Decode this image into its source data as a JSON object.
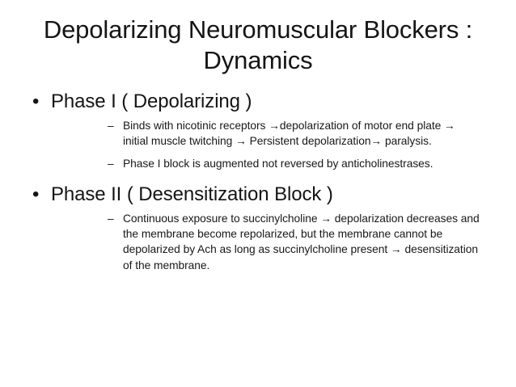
{
  "slide": {
    "background_color": "#ffffff",
    "text_color": "#181818",
    "title": "Depolarizing Neuromuscular Blockers :\nDynamics",
    "bullet_marker": "•",
    "dash_marker": "–",
    "sections": [
      {
        "heading": "Phase I ( Depolarizing )",
        "points": [
          "Binds with nicotinic receptors →depolarization of motor end plate → initial muscle twitching → Persistent depolarization→ paralysis.",
          "Phase I block is augmented not reversed by anticholinestrases."
        ]
      },
      {
        "heading": "Phase II ( Desensitization Block )",
        "points": [
          "Continuous exposure to succinylcholine → depolarization decreases and the membrane become repolarized, but the membrane cannot be depolarized by Ach as long as succinylcholine present → desensitization of the membrane."
        ]
      }
    ]
  }
}
